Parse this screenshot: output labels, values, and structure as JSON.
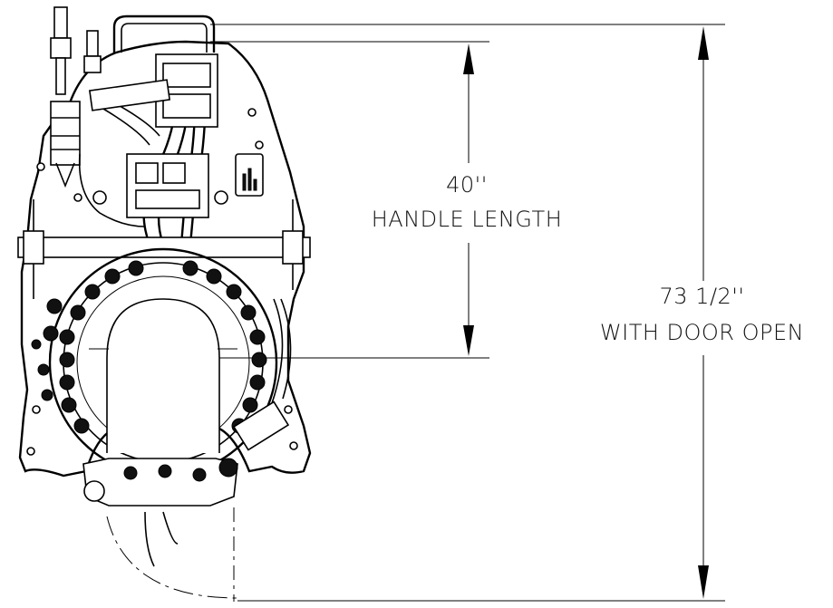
{
  "dimensions": {
    "handle": {
      "value": "40''",
      "caption": "HANDLE LENGTH"
    },
    "overall": {
      "value": "73 1/2''",
      "caption": "WITH DOOR OPEN"
    }
  },
  "colors": {
    "line": "#000000",
    "background": "#ffffff"
  }
}
